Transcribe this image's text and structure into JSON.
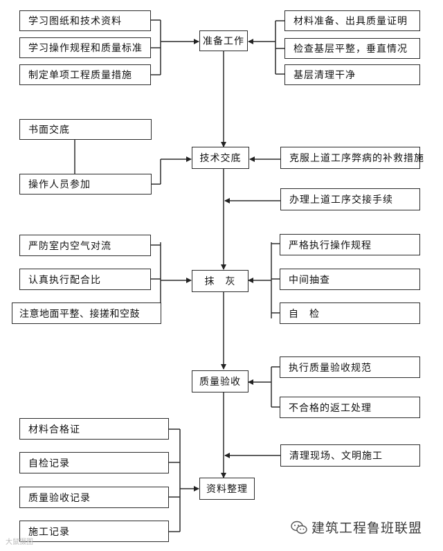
{
  "nodes": {
    "prep": "准备工作",
    "tech": "技术交底",
    "plaster": "抹　灰",
    "quality": "质量验收",
    "docs": "资料整理"
  },
  "prep_left": [
    "学习图纸和技术资料",
    "学习操作规程和质量标准",
    "制定单项工程质量措施"
  ],
  "prep_right": [
    "材料准备、出具质量证明",
    "检查基层平整，垂直情况",
    "基层清理干净"
  ],
  "tech_left": [
    "书面交底",
    "操作人员参加"
  ],
  "tech_right": [
    "克服上道工序弊病的补救措施",
    "办理上道工序交接手续"
  ],
  "plaster_left": [
    "严防室内空气对流",
    "认真执行配合比",
    "注意地面平整、接搓和空鼓"
  ],
  "plaster_right": [
    "严格执行操作规程",
    "中间抽查",
    "自　检"
  ],
  "quality_right": [
    "执行质量验收规范",
    "不合格的返工处理"
  ],
  "docs_right": [
    "清理现场、文明施工"
  ],
  "docs_left": [
    "材料合格证",
    "自检记录",
    "质量验收记录",
    "施工记录"
  ],
  "watermark": "建筑工程鲁班联盟",
  "watermark_small": "大鼠摄图"
}
